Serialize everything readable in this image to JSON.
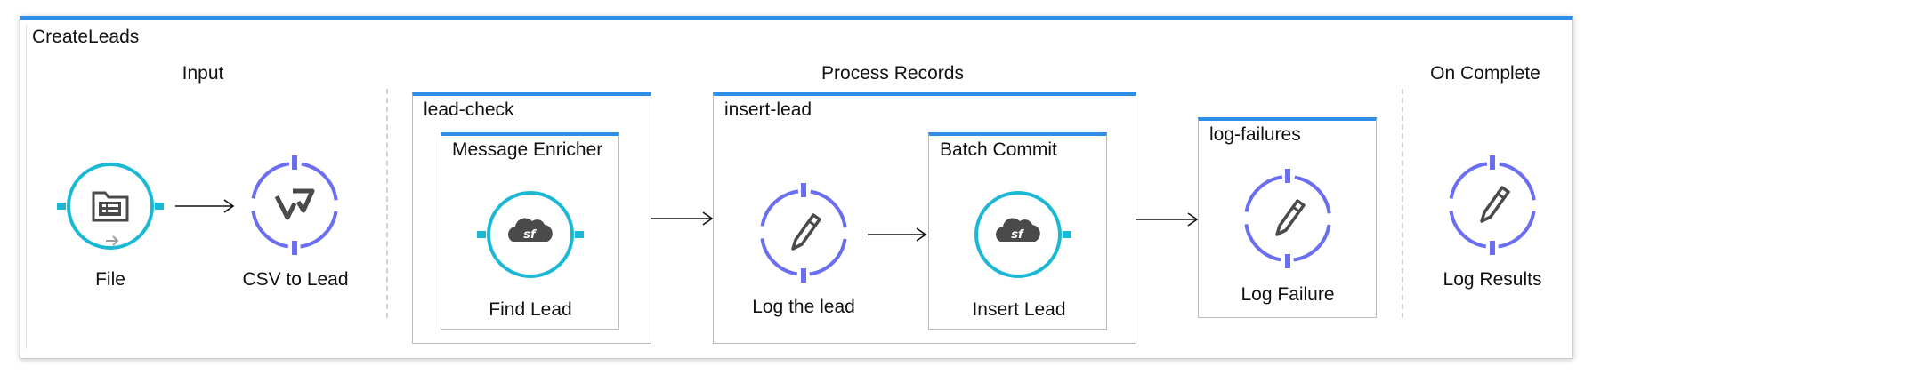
{
  "flow": {
    "name": "CreateLeads"
  },
  "sections": {
    "input": "Input",
    "process": "Process Records",
    "complete": "On Complete"
  },
  "scopes": {
    "lead_check": "lead-check",
    "enricher": "Message Enricher",
    "insert_lead": "insert-lead",
    "batch_commit": "Batch Commit",
    "log_failures": "log-failures"
  },
  "components": {
    "file": "File",
    "csv_to_lead": "CSV to Lead",
    "find_lead": "Find Lead",
    "log_the_lead": "Log the lead",
    "insert_lead": "Insert Lead",
    "log_failure": "Log Failure",
    "log_results": "Log Results"
  },
  "icons": {
    "file": "file-connector-icon",
    "transform": "dataweave-transform-icon",
    "salesforce": "salesforce-cloud-icon",
    "logger": "pencil-logger-icon"
  },
  "colors": {
    "accent_blue": "#2f8fe6",
    "source_teal": "#1bb8d6",
    "processor_purple": "#6b6ef0",
    "icon_gray": "#4a4a4a"
  }
}
